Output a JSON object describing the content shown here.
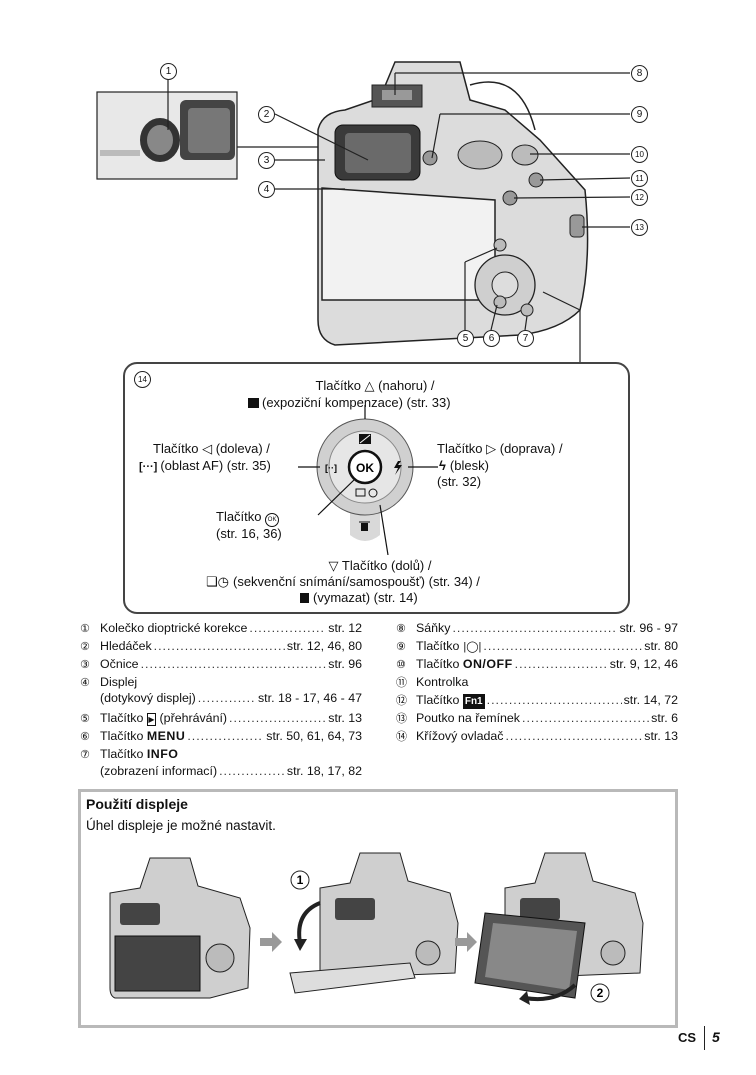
{
  "top_callouts": {
    "n1": "1",
    "n2": "2",
    "n3": "3",
    "n4": "4",
    "n5": "5",
    "n6": "6",
    "n7": "7",
    "n8": "8",
    "n9": "9",
    "n10": "10",
    "n11": "11",
    "n12": "12",
    "n13": "13",
    "n14": "14"
  },
  "dpad": {
    "up_label": "Tlačítko △ (nahoru) /",
    "up_sub": "(expoziční kompenzace) (str. 33)",
    "left_label": "Tlačítko ◁ (doleva) /",
    "left_sub": "(oblast AF) (str. 35)",
    "right_label": "Tlačítko ▷ (doprava) /",
    "right_sub": "(blesk)",
    "right_ref": "(str. 32)",
    "ok_label": "Tlačítko",
    "ok_ref": "(str. 16, 36)",
    "down_label": "▽ Tlačítko (dolů) /",
    "down_sub": "(sekvenční snímání/samospoušť) (str. 34) /",
    "down_sub2": "(vymazat) (str. 14)",
    "ok_text": "OK"
  },
  "legend_left": [
    {
      "num": "1",
      "name": "Kolečko dioptrické korekce",
      "ref": "str. 12"
    },
    {
      "num": "2",
      "name": "Hledáček",
      "ref": "str. 12, 46, 80"
    },
    {
      "num": "3",
      "name": "Očnice",
      "ref": "str. 96"
    },
    {
      "num": "4",
      "name": "Displej",
      "ref": ""
    },
    {
      "num": "",
      "name": "(dotykový displej)",
      "ref": "str. 18 - 17, 46 - 47"
    },
    {
      "num": "5",
      "name": "Tlačítko",
      "name2": "(přehrávání)",
      "ref": "str. 13"
    },
    {
      "num": "6",
      "name": "Tlačítko",
      "name2": "MENU",
      "ref": "str. 50, 61, 64, 73"
    },
    {
      "num": "7",
      "name": "Tlačítko",
      "name2": "INFO",
      "ref": ""
    },
    {
      "num": "",
      "name": "(zobrazení informací)",
      "ref": "str. 18, 17, 82"
    }
  ],
  "legend_right": [
    {
      "num": "8",
      "name": "Sáňky",
      "ref": "str. 96 - 97"
    },
    {
      "num": "9",
      "name": "Tlačítko",
      "ref": "str. 80"
    },
    {
      "num": "10",
      "name": "Tlačítko",
      "name2": "ON/OFF",
      "ref": "str. 9, 12, 46"
    },
    {
      "num": "11",
      "name": "Kontrolka",
      "ref": ""
    },
    {
      "num": "12",
      "name": "Tlačítko",
      "name2": "Fn1",
      "ref": "str. 14, 72"
    },
    {
      "num": "13",
      "name": "Poutko na řemínek",
      "ref": "str. 6"
    },
    {
      "num": "14",
      "name": "Křížový ovladač",
      "ref": "str. 13"
    }
  ],
  "usage": {
    "title": "Použití displeje",
    "text": "Úhel displeje je možné nastavit.",
    "step1": "1",
    "step2": "2"
  },
  "footer": {
    "lang": "CS",
    "page": "5"
  }
}
